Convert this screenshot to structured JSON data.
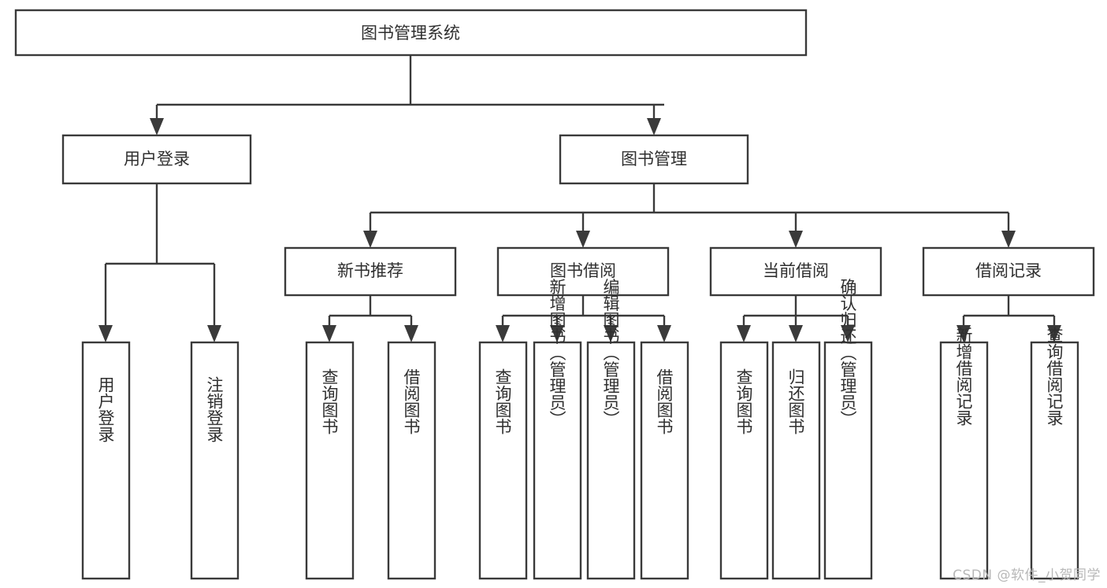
{
  "diagram": {
    "title": "图书管理系统",
    "type": "tree-hierarchy-chart",
    "watermark": "CSDN @软件_小贺同学",
    "colors": {
      "stroke": "#3a3a3a",
      "text": "#2f2f2f",
      "background": "#ffffff",
      "watermark": "#b8b8b8"
    },
    "root": {
      "label": "图书管理系统"
    },
    "level2": [
      {
        "label": "用户登录"
      },
      {
        "label": "图书管理"
      }
    ],
    "level3": [
      {
        "label": "新书推荐"
      },
      {
        "label": "图书借阅"
      },
      {
        "label": "当前借阅"
      },
      {
        "label": "借阅记录"
      }
    ],
    "leaves": {
      "user_login": [
        {
          "label": "用户登录"
        },
        {
          "label": "注销登录"
        }
      ],
      "new_book": [
        {
          "label": "查询图书"
        },
        {
          "label": "借阅图书"
        }
      ],
      "book_borrow": [
        {
          "label": "查询图书"
        },
        {
          "label": "新增图书（管理员）"
        },
        {
          "label": "编辑图书（管理员）"
        },
        {
          "label": "借阅图书"
        }
      ],
      "current_borrow": [
        {
          "label": "查询图书"
        },
        {
          "label": "归还图书"
        },
        {
          "label": "确认归还（管理员）"
        }
      ],
      "borrow_record": [
        {
          "label": "新增借阅记录"
        },
        {
          "label": "查询借阅记录"
        }
      ]
    }
  }
}
